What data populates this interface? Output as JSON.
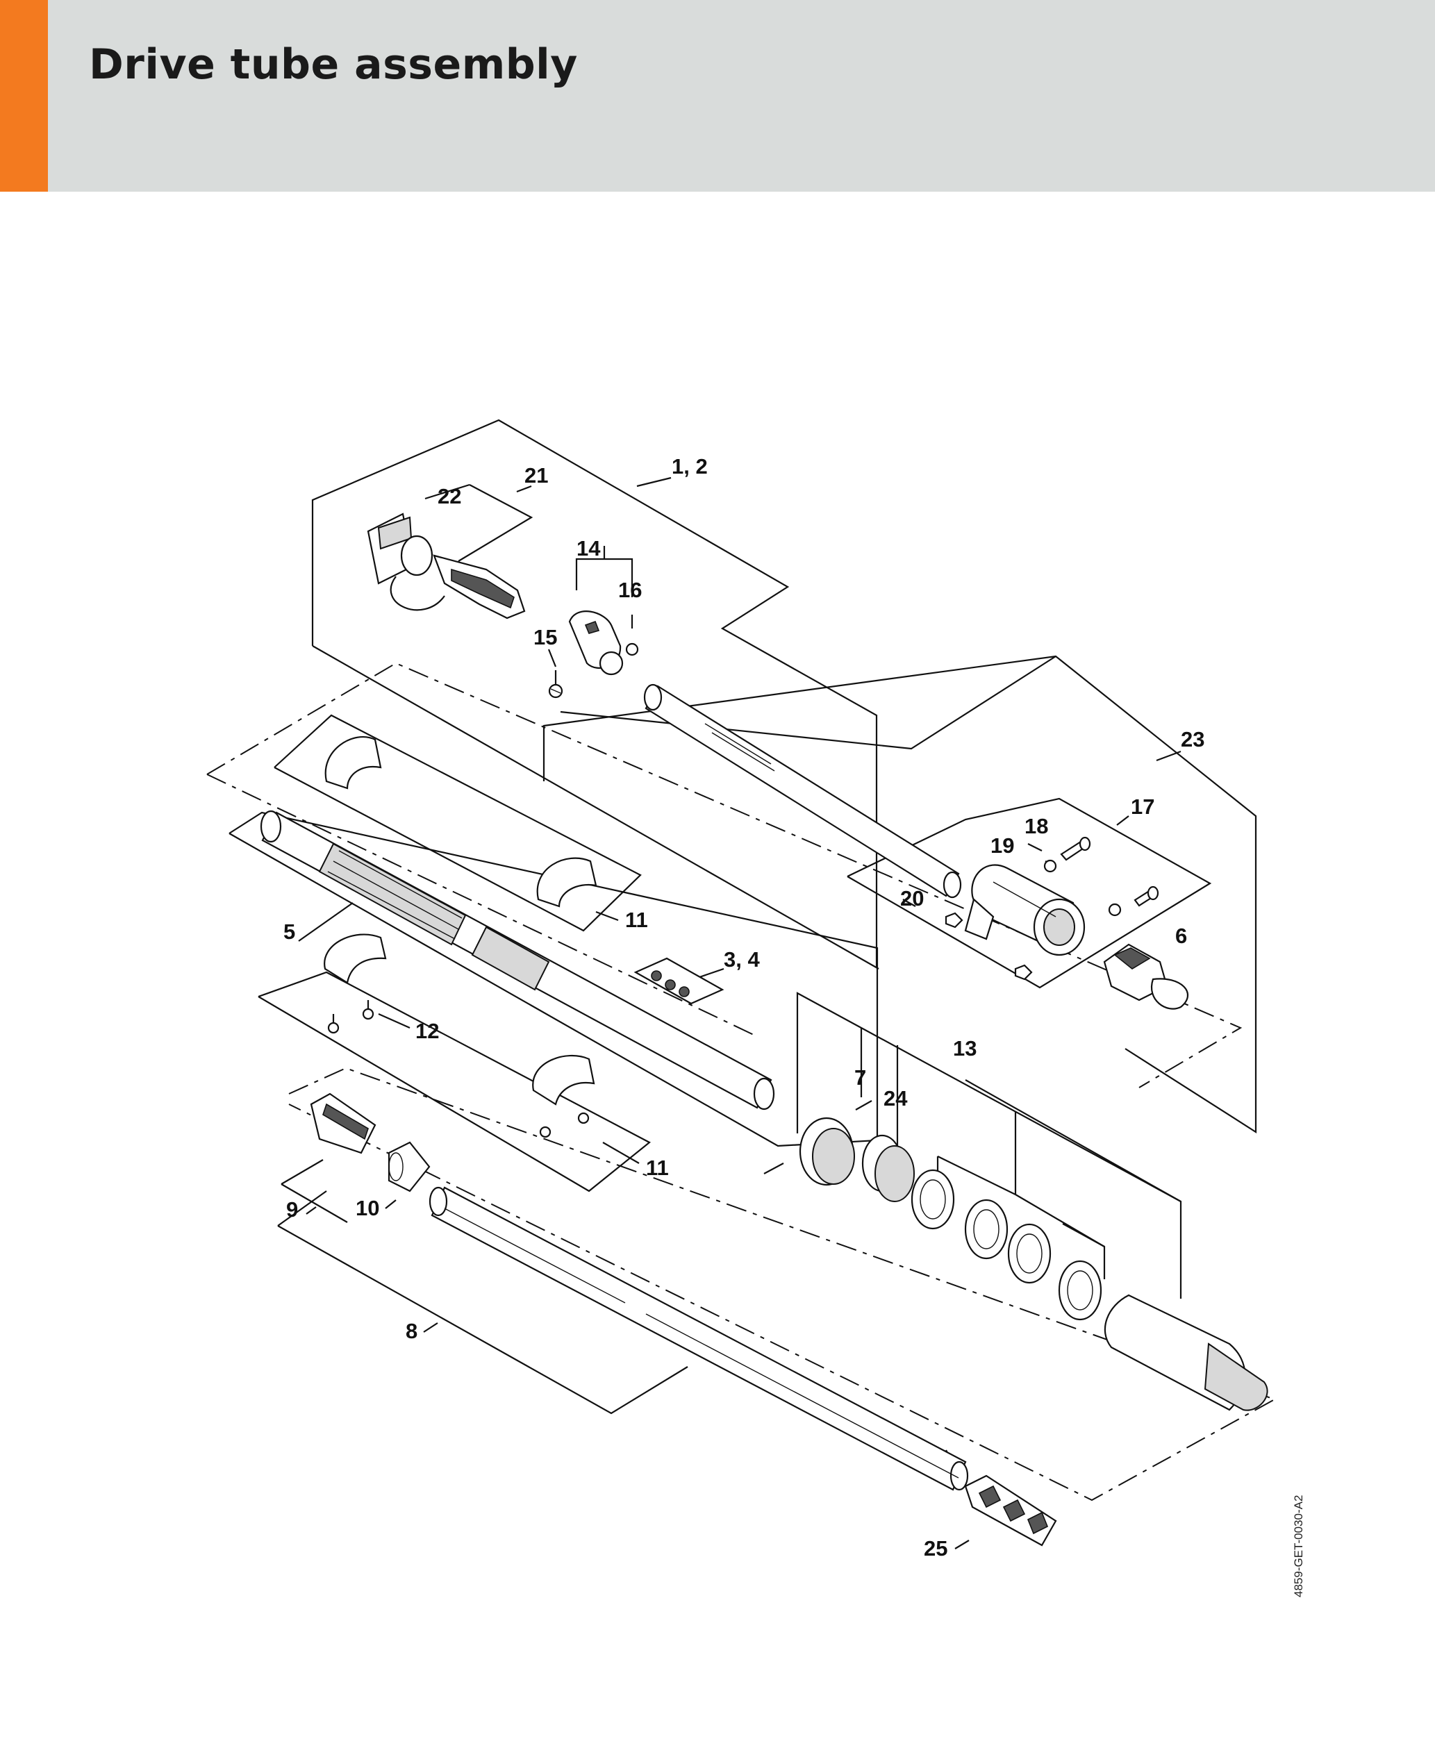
{
  "header": {
    "title": "Drive tube assembly",
    "accent_color": "#f37a1f",
    "background_color": "#d9dcdb"
  },
  "diagram": {
    "callouts": {
      "c12": "1, 2",
      "c21": "21",
      "c22": "22",
      "c14": "14",
      "c16": "16",
      "c15": "15",
      "c23": "23",
      "c17": "17",
      "c18": "18",
      "c19": "19",
      "c20": "20",
      "c6": "6",
      "c5": "5",
      "c11a": "11",
      "c34": "3, 4",
      "c12b": "12",
      "c7": "7",
      "c24": "24",
      "c13": "13",
      "c11b": "11",
      "c9": "9",
      "c10": "10",
      "c8": "8",
      "c25": "25"
    }
  },
  "document_id": "4859-GET-0030-A2"
}
